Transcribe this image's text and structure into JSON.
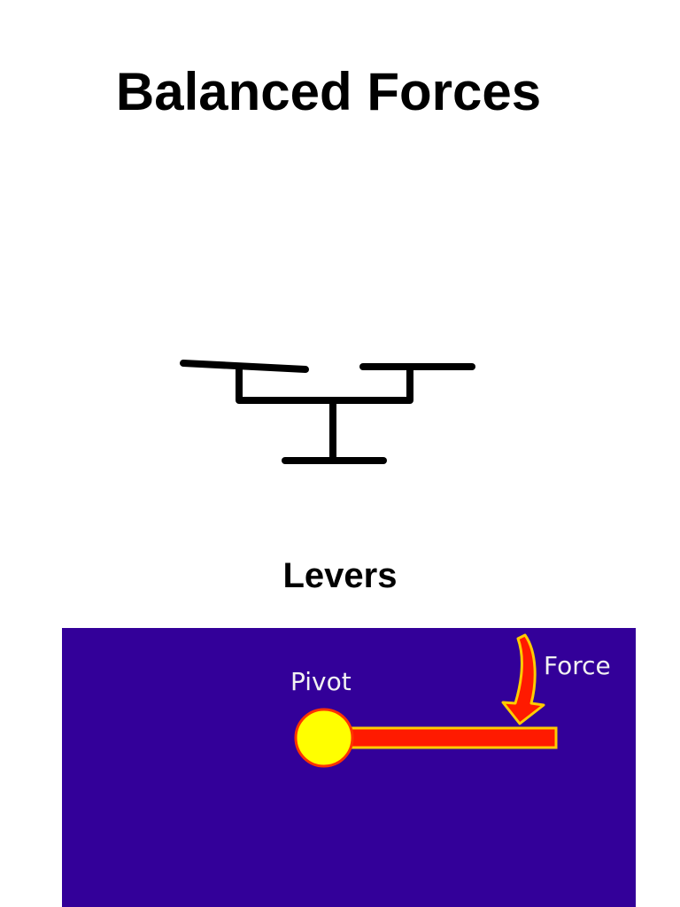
{
  "page": {
    "title": "Balanced Forces",
    "section_heading": "Levers"
  },
  "balance_drawing": {
    "icon": "balance-scale-sketch",
    "color": "#000000"
  },
  "lever_diagram": {
    "background_color": "#330099",
    "labels": {
      "pivot": "Pivot",
      "force": "Force"
    },
    "pivot_color": "#ffff00",
    "bar_color": "#ff0000",
    "arrow_color": "#ff0000",
    "outline_color": "#ffcc00",
    "label_color": "#f2f2f2"
  }
}
